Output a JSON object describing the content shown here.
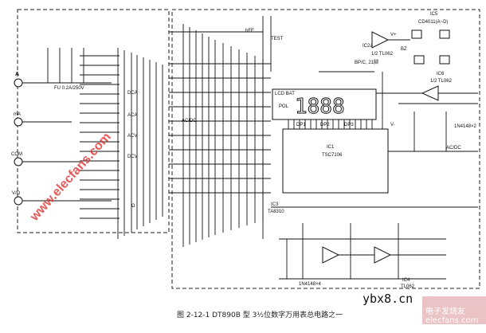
{
  "caption": "图 2-12-1  DT890B 型 3½位数字万用表总电路之一",
  "watermarks": {
    "diagonal": "www.elecfans.com",
    "site": "ybx8.cn",
    "logo": "电子发烧友 elecfans.com"
  },
  "terminals": [
    "A",
    "mA",
    "COM",
    "V/Ω"
  ],
  "fuse": "FU 0.2A/250V",
  "switch_sections": [
    "DCA",
    "ACA",
    "ACV",
    "DCV",
    "Ω"
  ],
  "display": {
    "label": "LCD BAT",
    "digits": "1888",
    "dp_labels": [
      "DP1",
      "DP2",
      "DP3"
    ],
    "polarity": "POL"
  },
  "ics": {
    "main": {
      "ref": "IC1",
      "type": "TSC7106"
    },
    "gates": {
      "ref": "IC5",
      "type": "CD4011(A~D)"
    },
    "opamp_a": {
      "ref": "IC2a",
      "type": "1/2 TL062"
    },
    "opamp_b": {
      "ref": "IC6",
      "type": "1/2 TL062"
    },
    "opamp_c": {
      "ref": "IC4",
      "type": "TL062"
    },
    "ref": {
      "ref": "IC3",
      "type": "TA8310"
    }
  },
  "labels": {
    "acdc": "AC/DC",
    "acdc2": "AC/DC",
    "diodes": "1N4148×2",
    "diodes2": "1N4148×4",
    "buzzer": "BZ",
    "hfe": "hFE",
    "test": "TEST",
    "vplus": "V+",
    "vminus": "V-",
    "bp": "BP/C, 21脚"
  }
}
